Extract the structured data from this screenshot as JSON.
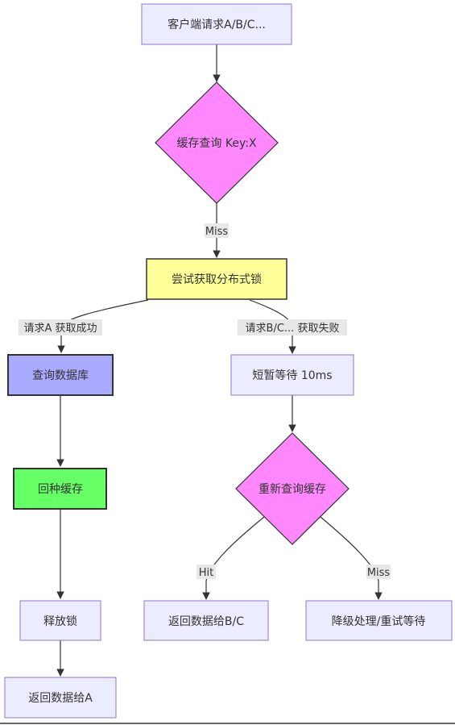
{
  "colors": {
    "default_fill": "#ECECFF",
    "default_stroke": "#9370DB",
    "decision_fill": "#FF88FF",
    "lock_fill": "#FFFF99",
    "db_fill": "#AAAAFF",
    "cache_fill": "#66FF66",
    "edge": "#333333",
    "label_bg": "#E8E8E8"
  },
  "nodes": {
    "client_request": "客户端请求A/B/C...",
    "cache_query": "缓存查询 Key:X",
    "acquire_lock": "尝试获取分布式锁",
    "query_db": "查询数据库",
    "wait": "短暂等待 10ms",
    "refill_cache": "回种缓存",
    "requery_cache": "重新查询缓存",
    "release_lock": "释放锁",
    "return_bc": "返回数据给B/C",
    "degrade_retry": "降级处理/重试等待",
    "return_a": "返回数据给A"
  },
  "edge_labels": {
    "miss_1": "Miss",
    "lock_success": "请求A 获取成功",
    "lock_fail": "请求B/C... 获取失败",
    "hit": "Hit",
    "miss_2": "Miss"
  }
}
